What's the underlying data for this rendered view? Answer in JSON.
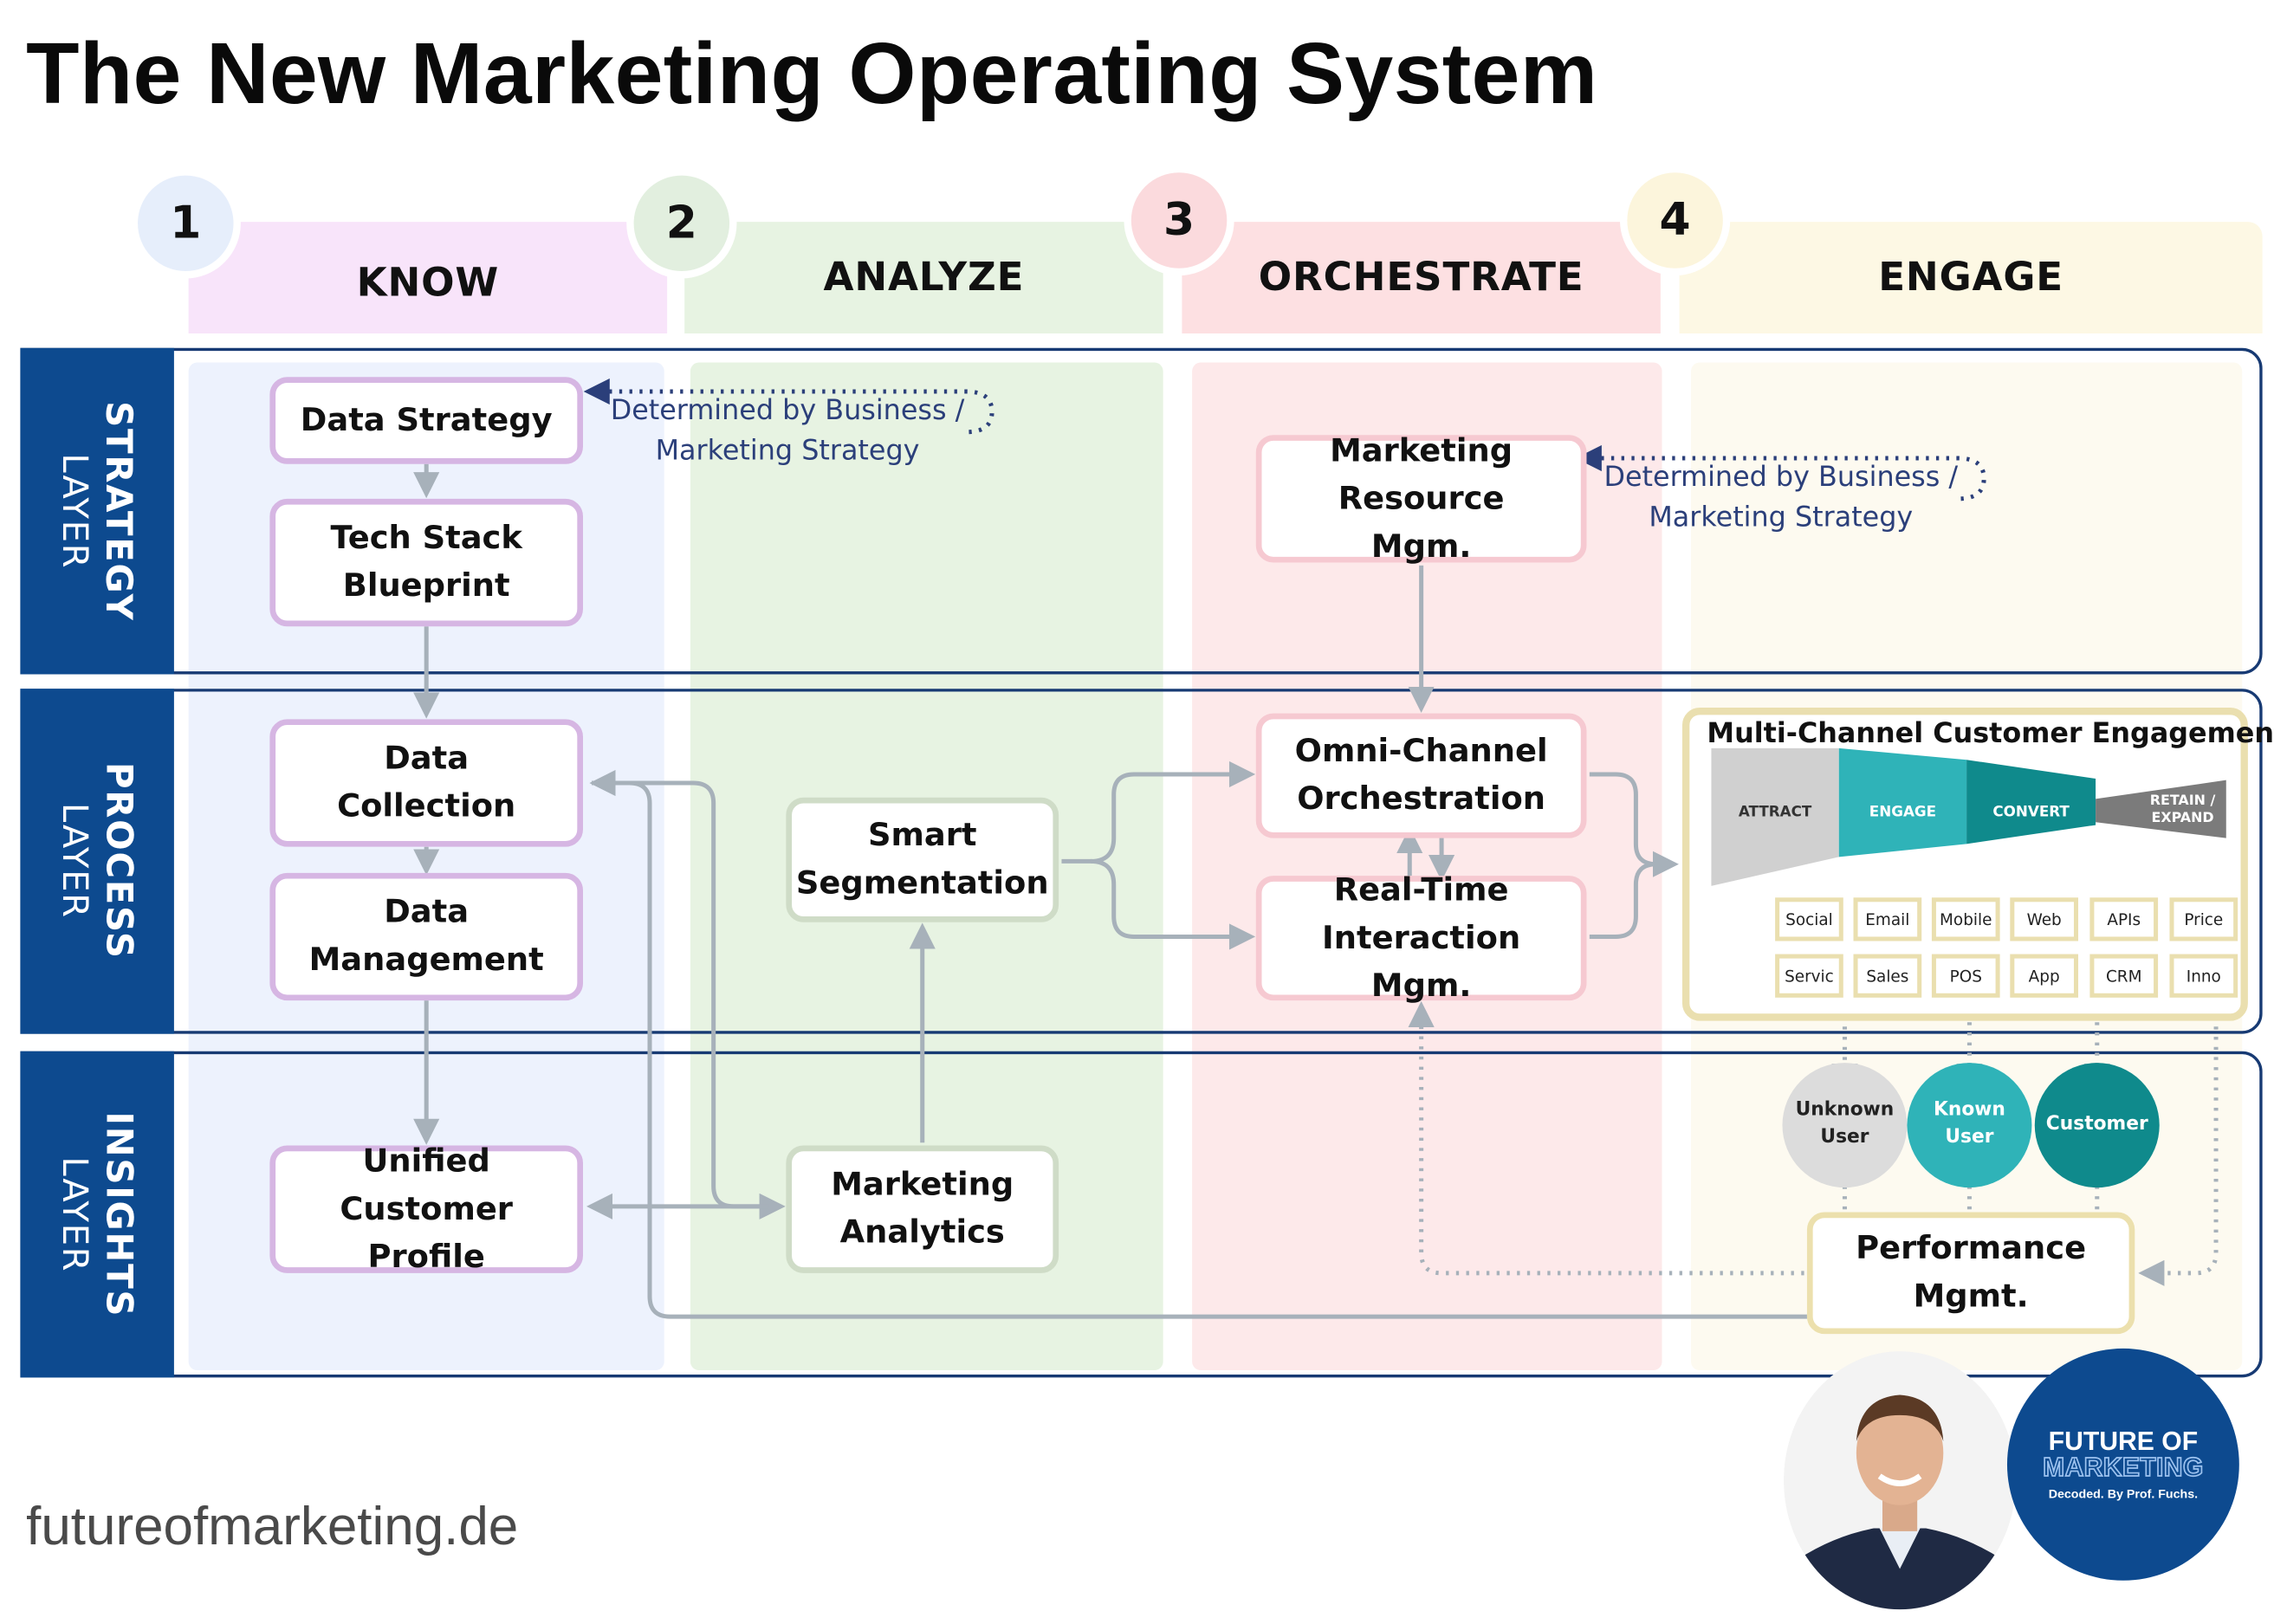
{
  "title": "The New Marketing Operating System",
  "footer": "futureofmarketing.de",
  "phases": [
    {
      "num": "1",
      "label": "KNOW",
      "color": "#f8e4fa",
      "circle": "#e6eefb"
    },
    {
      "num": "2",
      "label": "ANALYZE",
      "color": "#e7f3e2",
      "circle": "#e2efdf"
    },
    {
      "num": "3",
      "label": "ORCHESTRATE",
      "color": "#fde0e2",
      "circle": "#fbdadd"
    },
    {
      "num": "4",
      "label": "ENGAGE",
      "color": "#fdf8e4",
      "circle": "#fcf5dc"
    }
  ],
  "layers": [
    {
      "bold": "STRATEGY",
      "thin": "LAYER"
    },
    {
      "bold": "PROCESS",
      "thin": "LAYER"
    },
    {
      "bold": "INSIGHTS",
      "thin": "LAYER"
    }
  ],
  "boxes": {
    "data_strategy": "Data Strategy",
    "tech_stack": "Tech Stack Blueprint",
    "data_collection": "Data Collection",
    "data_management": "Data Management",
    "unified_profile": "Unified Customer Profile",
    "smart_segmentation": "Smart Segmentation",
    "marketing_analytics": "Marketing Analytics",
    "resource_mgmt": "Marketing Resource Mgm.",
    "omni_channel": "Omni-Channel Orchestration",
    "real_time": "Real-Time Interaction Mgm.",
    "performance_mgmt": "Performance Mgmt."
  },
  "notes": {
    "note1": "Determined by Business / Marketing Strategy",
    "note2": "Determined by Business / Marketing Strategy"
  },
  "engagement": {
    "title": "Multi-Channel Customer Engagement",
    "stages": [
      "ATTRACT",
      "ENGAGE",
      "CONVERT",
      "RETAIN / EXPAND"
    ],
    "channels_row1": [
      "Social",
      "Email",
      "Mobile",
      "Web",
      "APIs",
      "Price"
    ],
    "channels_row2": [
      "Servic",
      "Sales",
      "POS",
      "App",
      "CRM",
      "Inno"
    ]
  },
  "users": {
    "unknown": "Unknown User",
    "known": "Known User",
    "customer": "Customer"
  },
  "brand": {
    "line1": "FUTURE OF",
    "line2": "MARKETING",
    "tagline": "Decoded. By Prof. Fuchs."
  },
  "colors": {
    "layer_blue": "#0d4a8f",
    "arrow_gray": "#a7b1ba",
    "note_blue": "#2b3f7a",
    "funnel_gray": "#d0d0d0",
    "funnel_teal": "#2fb3b8",
    "funnel_dark_teal": "#0f8a8c",
    "funnel_dark_gray": "#7b7b7b"
  }
}
